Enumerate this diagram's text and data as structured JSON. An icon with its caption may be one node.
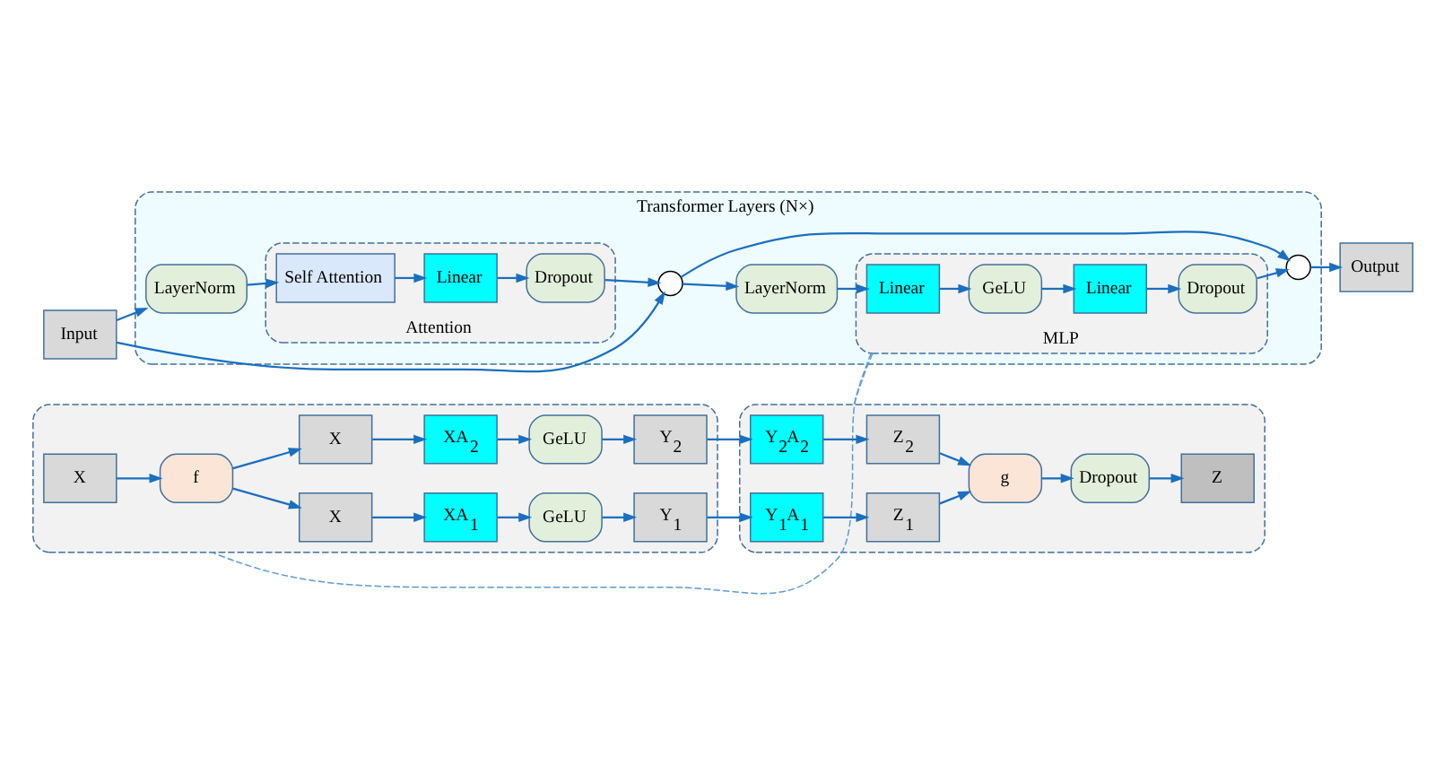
{
  "diagram": {
    "nodes": [
      {
        "text": [
          "Input"
        ]
      },
      {
        "text": [
          "Transformer Layers (N×)"
        ]
      },
      {
        "text": [
          "LayerNorm"
        ],
        "in": 1
      },
      {
        "text": [
          "Attention"
        ],
        "in": 1
      },
      {
        "text": [
          "Self Attention"
        ],
        "in": 3
      },
      {
        "text": [
          "Linear"
        ],
        "in": 3
      },
      {
        "text": [
          "Dropout"
        ],
        "in": 3
      },
      {
        "text": [],
        "shape": "circle",
        "in": 1
      },
      {
        "text": [
          "LayerNorm"
        ],
        "in": 1
      },
      {
        "text": [
          "MLP"
        ],
        "in": 1
      },
      {
        "text": [
          "Linear"
        ],
        "in": 9
      },
      {
        "text": [
          "GeLU"
        ],
        "in": 9
      },
      {
        "text": [
          "Linear"
        ],
        "in": 9
      },
      {
        "text": [
          "Dropout"
        ],
        "in": 9
      },
      {
        "text": [],
        "shape": "circle",
        "in": 1
      },
      {
        "text": [
          "Output"
        ]
      },
      {
        "text": [],
        "shape": "box"
      },
      {
        "text": [
          "X"
        ],
        "in": 16
      },
      {
        "text": [
          "f"
        ],
        "in": 16
      },
      {
        "text": [
          "X"
        ],
        "in": 16
      },
      {
        "text": [
          "XA$_{1}$"
        ],
        "in": 16
      },
      {
        "text": [
          "GeLU"
        ],
        "in": 16
      },
      {
        "text": [
          "Y$_{1}$"
        ],
        "in": 16
      },
      {
        "text": [
          "X"
        ],
        "in": 16
      },
      {
        "text": [
          "XA$_{2}$"
        ],
        "in": 16
      },
      {
        "text": [
          "GeLU"
        ],
        "in": 16
      },
      {
        "text": [
          "Y$_{2}$"
        ],
        "in": 16
      },
      {
        "text": [],
        "shape": "box"
      },
      {
        "text": [
          "Y$_{1}$A$_{1}$"
        ],
        "in": 27
      },
      {
        "text": [
          "Z$_{1}$"
        ],
        "in": 27
      },
      {
        "text": [
          "Y$_{2}$A$_{2}$"
        ],
        "in": 27
      },
      {
        "text": [
          "Z$_{2}$"
        ],
        "in": 27
      },
      {
        "text": [
          "g"
        ],
        "in": 27
      },
      {
        "text": [
          "Dropout"
        ],
        "in": 27
      },
      {
        "text": [
          "Z"
        ],
        "in": 27
      }
    ],
    "edges": [
      {
        "from": 0,
        "to": 2,
        "arrow": "to"
      },
      {
        "from": 0,
        "to": 7,
        "arrow": "to"
      },
      {
        "from": 2,
        "to": 4,
        "arrow": "to"
      },
      {
        "from": 4,
        "to": 5,
        "arrow": "to"
      },
      {
        "from": 5,
        "to": 6,
        "arrow": "to"
      },
      {
        "from": 6,
        "to": 7,
        "arrow": "to"
      },
      {
        "from": 7,
        "to": 8,
        "arrow": "to"
      },
      {
        "from": 7,
        "to": 14,
        "arrow": "to"
      },
      {
        "from": 8,
        "to": 10,
        "arrow": "to"
      },
      {
        "from": 10,
        "to": 11,
        "arrow": "to"
      },
      {
        "from": 11,
        "to": 12,
        "arrow": "to"
      },
      {
        "from": 12,
        "to": 13,
        "arrow": "to"
      },
      {
        "from": 13,
        "to": 14,
        "arrow": "to"
      },
      {
        "from": 14,
        "to": 15,
        "arrow": "to"
      },
      {
        "from": 9,
        "to": 16,
        "arrow": "none",
        "style": "dashed",
        "color": "#5b9bd5"
      },
      {
        "from": 9,
        "to": 27,
        "arrow": "none",
        "style": "dashed",
        "color": "#5b9bd5"
      },
      {
        "from": 17,
        "to": 18,
        "arrow": "to"
      },
      {
        "from": 18,
        "to": 19,
        "arrow": "to"
      },
      {
        "from": 18,
        "to": 23,
        "arrow": "to"
      },
      {
        "from": 19,
        "to": 20,
        "arrow": "to"
      },
      {
        "from": 20,
        "to": 21,
        "arrow": "to"
      },
      {
        "from": 21,
        "to": 22,
        "arrow": "to"
      },
      {
        "from": 22,
        "to": 28,
        "arrow": "to"
      },
      {
        "from": 23,
        "to": 24,
        "arrow": "to"
      },
      {
        "from": 24,
        "to": 25,
        "arrow": "to"
      },
      {
        "from": 25,
        "to": 26,
        "arrow": "to"
      },
      {
        "from": 26,
        "to": 30,
        "arrow": "to"
      },
      {
        "from": 28,
        "to": 29,
        "arrow": "to"
      },
      {
        "from": 30,
        "to": 31,
        "arrow": "to"
      },
      {
        "from": 29,
        "to": 32,
        "arrow": "to"
      },
      {
        "from": 31,
        "to": 32,
        "arrow": "to"
      },
      {
        "from": 32,
        "to": 33,
        "arrow": "to"
      },
      {
        "from": 33,
        "to": 34,
        "arrow": "to"
      }
    ]
  }
}
